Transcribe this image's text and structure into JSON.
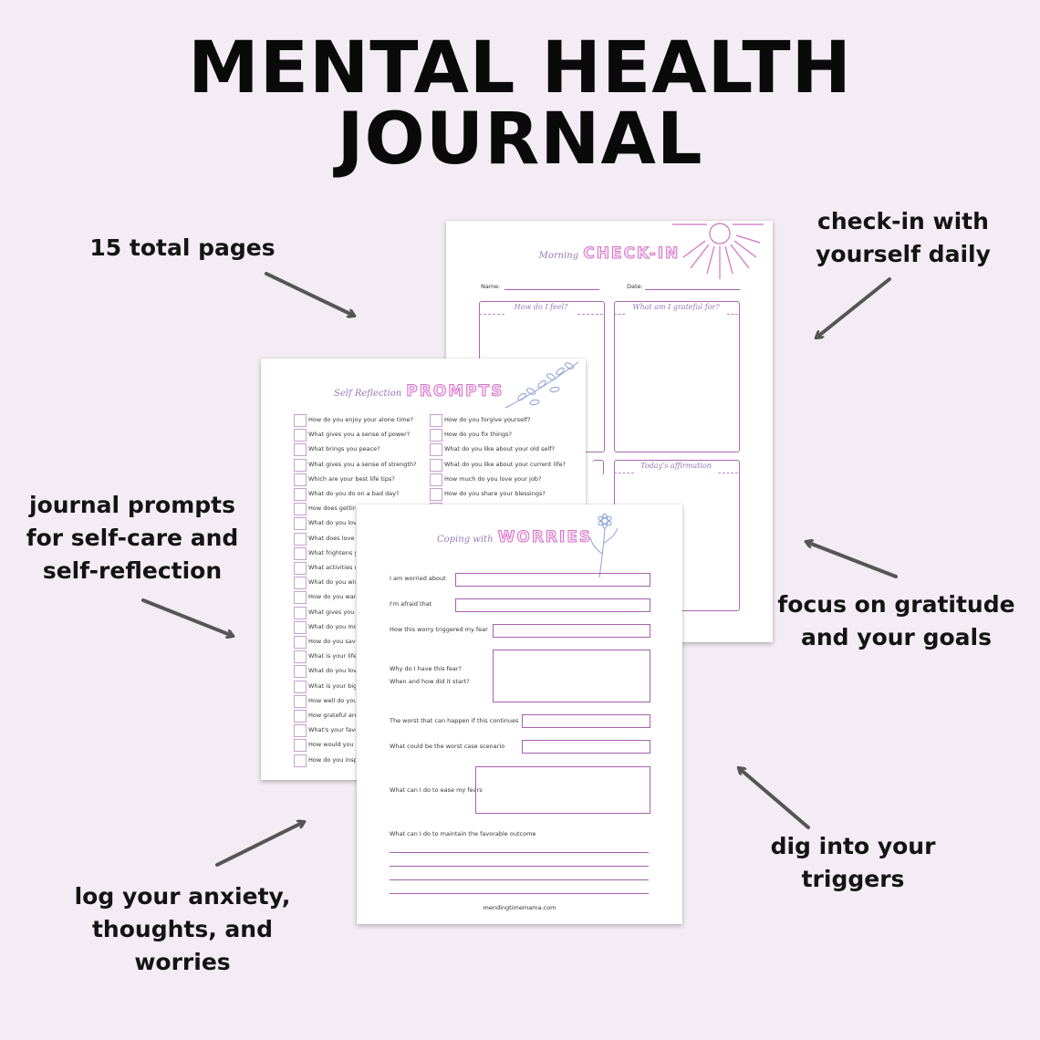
{
  "title": "MENTAL HEALTH JOURNAL",
  "callouts": {
    "pages": [
      "15 total pages"
    ],
    "checkin": [
      "check-in with",
      "yourself daily"
    ],
    "prompts": [
      "journal prompts",
      "for self-care and",
      "self-reflection"
    ],
    "gratitude": [
      "focus on gratitude",
      "and your goals"
    ],
    "anxiety": [
      "log your anxiety,",
      "thoughts, and",
      "worries"
    ],
    "triggers": [
      "dig into your",
      "triggers"
    ]
  },
  "checkin_page": {
    "script": "Morning",
    "big": "CHECK-IN",
    "name_label": "Name:",
    "date_label": "Date:",
    "box1": "How do I feel?",
    "box2": "What am I grateful for?",
    "box3": "Today's affirmation"
  },
  "prompts_page": {
    "script": "Self Reflection",
    "big": "PROMPTS",
    "left": [
      "How do you enjoy your alone time?",
      "What gives you a sense of power?",
      "What brings you peace?",
      "What gives you a sense of strength?",
      "Which are your best life tips?",
      "What do you do on a bad day?",
      "How does getting",
      "What do you love a",
      "What does love me",
      "What frightens you",
      "What activities do",
      "What do you wish y",
      "How do you want t",
      "What gives you the",
      "What do you most",
      "How do you savor",
      "What is your life s",
      "What do you love t",
      "What is your bigge",
      "How well do you k",
      "How grateful are y",
      "What's your favor",
      "How would you sp",
      "How do you inspir"
    ],
    "right": [
      "How do you forgive yourself?",
      "How do you fix things?",
      "What do you like about your old self?",
      "What do you like about your current life?",
      "How much do you love your job?",
      "How do you share your blessings?"
    ]
  },
  "worries_page": {
    "script": "Coping with",
    "big": "WORRIES",
    "q1": "I am worried about",
    "q2": "I'm afraid that",
    "q3": "How this worry triggered my fear",
    "q4a": "Why do I have this fear?",
    "q4b": "When and how did it start?",
    "q5": "The worst that can happen if this continues",
    "q6": "What could be the worst case scenario",
    "q7": "What can I do to ease my fears",
    "q8": "What can I do to maintain the favorable outcome",
    "footer": "mendingtimemama.com"
  },
  "colors": {
    "background": "#f4ecf4",
    "accent": "#a860b0",
    "heading_fill": "#fbe6f6",
    "heading_outline": "#d870c8",
    "script": "#9a78b8",
    "arrow": "#555555"
  },
  "icons": [
    "sun-icon",
    "leaf-branch-icon",
    "flower-icon",
    "arrow-icon"
  ]
}
